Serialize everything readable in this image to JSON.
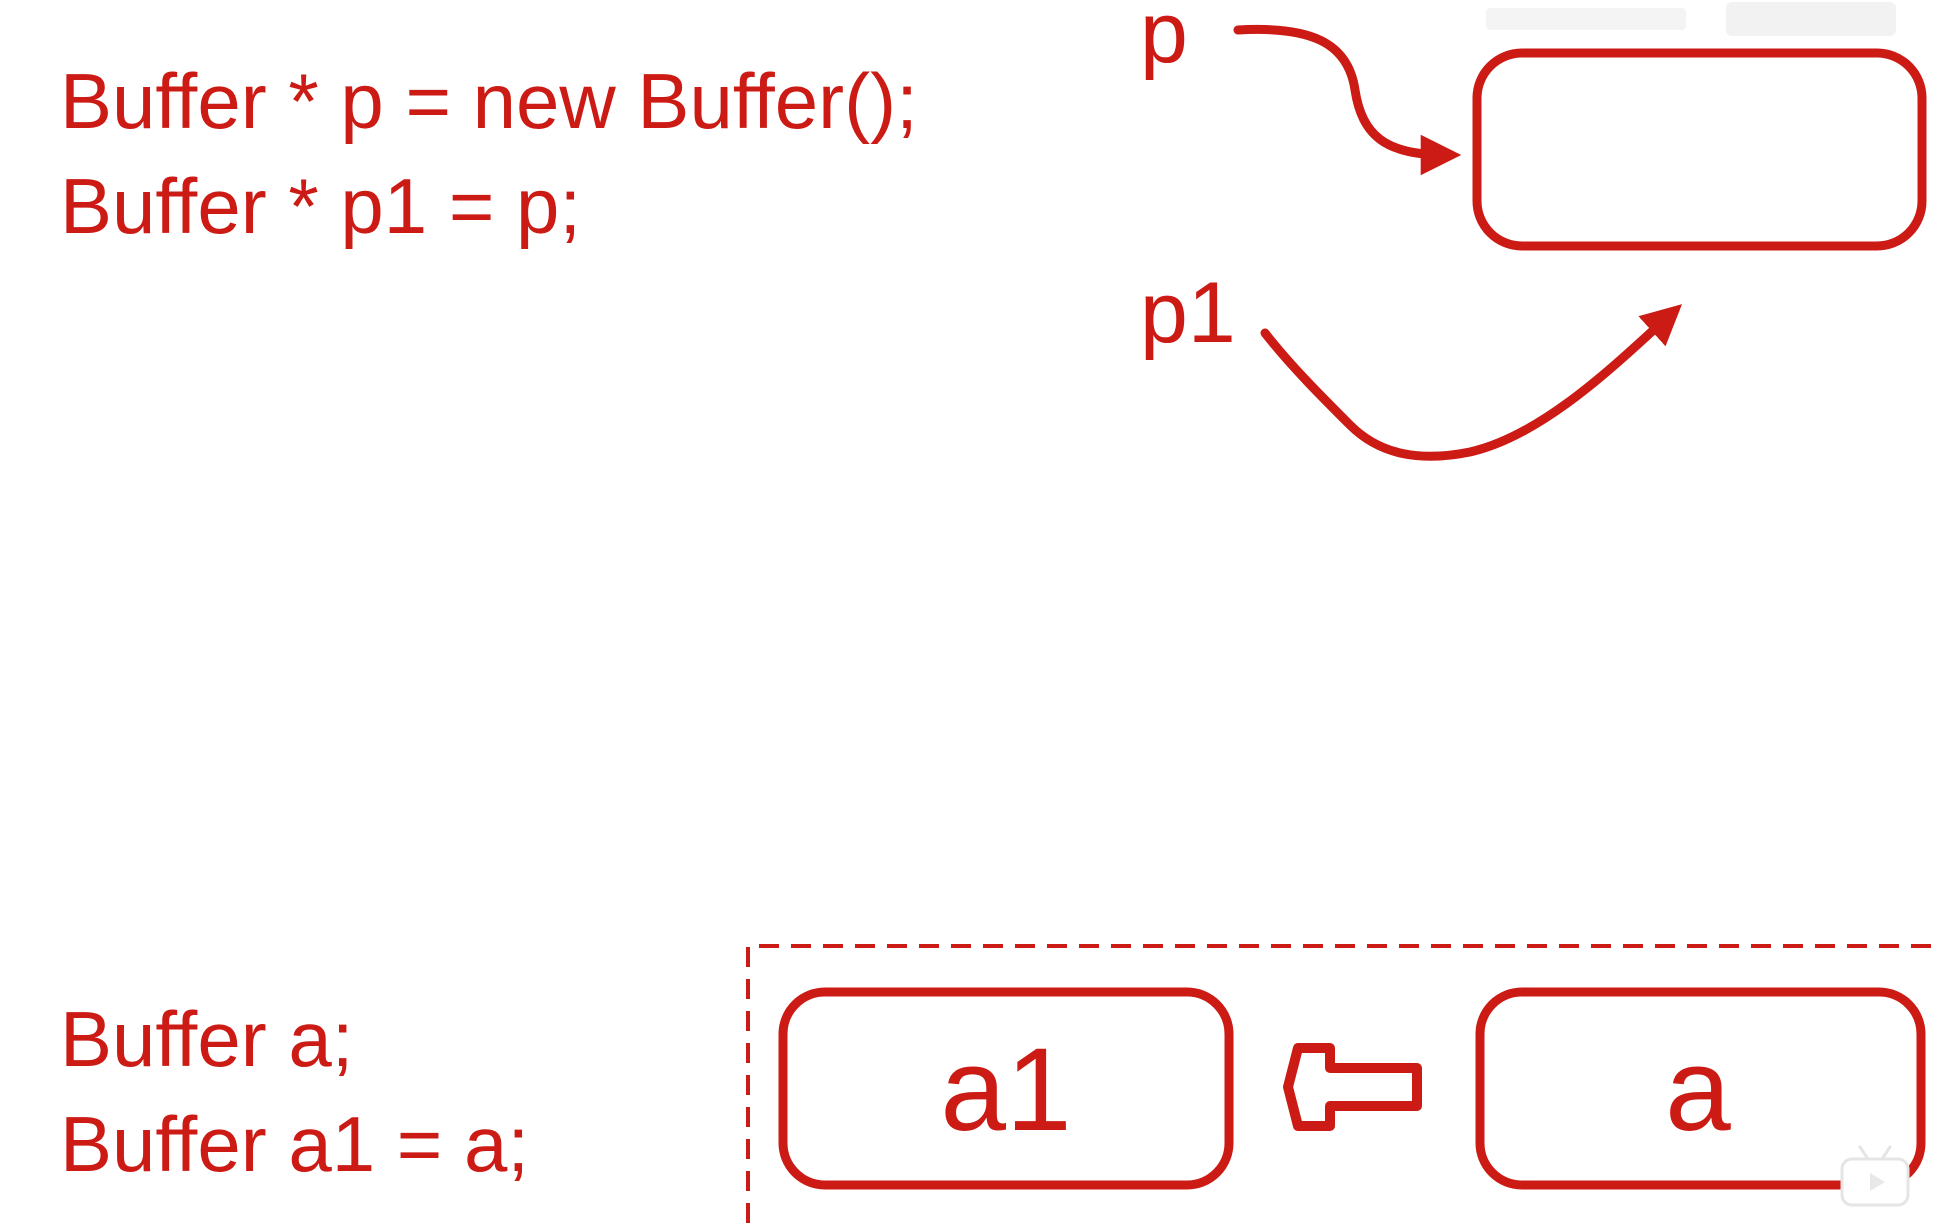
{
  "colors": {
    "accent": "#cc1a14",
    "background": "#ffffff"
  },
  "code_top": {
    "line1": "Buffer * p = new Buffer();",
    "line2": "Buffer * p1 = p;"
  },
  "code_bottom": {
    "line1": "Buffer a;",
    "line2": "Buffer a1 = a;"
  },
  "pointer_diagram": {
    "label_p": "p",
    "label_p1": "p1"
  },
  "copy_diagram": {
    "box_left_label": "a1",
    "box_right_label": "a",
    "arrow_direction": "left",
    "container_border": "dashed"
  },
  "icons": [
    "curved-arrow-icon",
    "curved-arrow-icon",
    "hollow-left-arrow-icon",
    "bilibili-tv-icon"
  ]
}
